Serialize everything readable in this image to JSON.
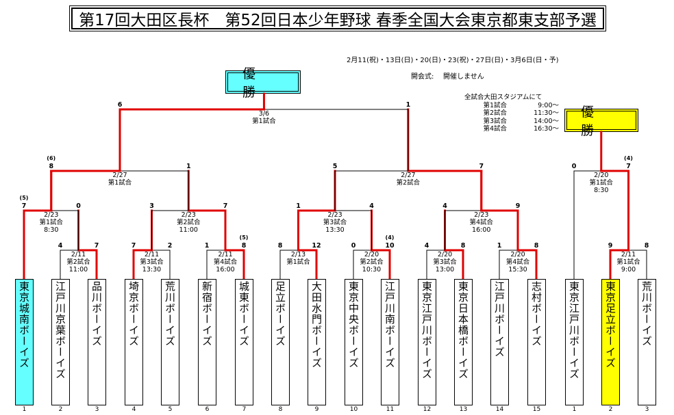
{
  "title": "第17回大田区長杯　第52回日本少年野球 春季全国大会東京都東支部予選",
  "dates": "2月11(祝)・13日(日)・20(日)・23(祝)・27日(日)・3月6日(日・予)",
  "opening_ceremony": {
    "label": "開会式:",
    "value": "開催しません"
  },
  "schedule": {
    "heading": "全試合大田スタジアムにて",
    "rows": [
      {
        "game": "第1試合",
        "time": "9:00～"
      },
      {
        "game": "第2試合",
        "time": "11:30～"
      },
      {
        "game": "第3試合",
        "time": "14:00～"
      },
      {
        "game": "第4試合",
        "time": "16:30～"
      }
    ]
  },
  "champion_label": "優　勝",
  "colors": {
    "winner_line": "#e00000",
    "champion_main": "#66ffff",
    "champion_side": "#ffff00"
  },
  "main_bracket": {
    "teams": [
      {
        "seed": "1",
        "name": "東京城南ボーイズ",
        "champion": true
      },
      {
        "seed": "2",
        "name": "江戸川京葉ボーイズ"
      },
      {
        "seed": "3",
        "name": "品川ボーイズ"
      },
      {
        "seed": "4",
        "name": "埼京ボーイズ"
      },
      {
        "seed": "5",
        "name": "荒川ボーイズ"
      },
      {
        "seed": "6",
        "name": "新宿ボーイズ"
      },
      {
        "seed": "7",
        "name": "城東ボーイズ"
      },
      {
        "seed": "8",
        "name": "足立ボーイズ"
      },
      {
        "seed": "9",
        "name": "大田水門ボーイズ"
      },
      {
        "seed": "10",
        "name": "東京中央ボーイズ"
      },
      {
        "seed": "11",
        "name": "江戸川南ボーイズ"
      },
      {
        "seed": "12",
        "name": "東京江戸川ボーイズ"
      },
      {
        "seed": "13",
        "name": "東京日本橋ボーイズ"
      },
      {
        "seed": "14",
        "name": "江戸川ボーイズ"
      },
      {
        "seed": "15",
        "name": "志村ボーイズ"
      }
    ],
    "matches": [
      {
        "id": "r1a",
        "date": "2/11",
        "game": "第2試合",
        "time": "11:00",
        "left_score": "4",
        "right_score": "7",
        "right_note": ""
      },
      {
        "id": "r1b",
        "date": "2/11",
        "game": "第3試合",
        "time": "13:30",
        "left_score": "7",
        "right_score": "2"
      },
      {
        "id": "r1c",
        "date": "2/11",
        "game": "第4試合",
        "time": "16:00",
        "left_score": "1",
        "right_score": "8",
        "right_note": "(5)"
      },
      {
        "id": "r1d",
        "date": "2/13",
        "game": "第1試合",
        "time": "",
        "left_score": "8",
        "right_score": "12"
      },
      {
        "id": "r1e",
        "date": "2/20",
        "game": "第2試合",
        "time": "10:30",
        "left_score": "0",
        "right_score": "10",
        "right_note": "(4)"
      },
      {
        "id": "r1f",
        "date": "2/20",
        "game": "第3試合",
        "time": "13:00",
        "left_score": "4",
        "right_score": "8"
      },
      {
        "id": "r1g",
        "date": "2/20",
        "game": "第4試合",
        "time": "15:30",
        "left_score": "1",
        "right_score": "8"
      },
      {
        "id": "r2a",
        "date": "2/23",
        "game": "第1試合",
        "time": "8:30",
        "left_score": "7",
        "left_note": "(5)",
        "right_score": "0"
      },
      {
        "id": "r2b",
        "date": "2/23",
        "game": "第2試合",
        "time": "11:00",
        "left_score": "3",
        "right_score": "7"
      },
      {
        "id": "r2c",
        "date": "2/23",
        "game": "第3試合",
        "time": "13:30",
        "left_score": "1",
        "right_score": "4"
      },
      {
        "id": "r2d",
        "date": "2/23",
        "game": "第4試合",
        "time": "16:00",
        "left_score": "4",
        "right_score": "9"
      },
      {
        "id": "sf1",
        "date": "2/27",
        "game": "第1試合",
        "time": "",
        "left_score": "8",
        "left_note": "(6)",
        "right_score": "1"
      },
      {
        "id": "sf2",
        "date": "2/27",
        "game": "第2試合",
        "time": "",
        "left_score": "5",
        "right_score": "7"
      },
      {
        "id": "final",
        "date": "3/6",
        "game": "第1試合",
        "time": "",
        "left_score": "6",
        "right_score": "1"
      }
    ]
  },
  "side_bracket": {
    "teams": [
      {
        "seed": "1",
        "name": "東京江戸川ボーイズ"
      },
      {
        "seed": "2",
        "name": "東京足立ボーイズ",
        "champion": true
      },
      {
        "seed": "3",
        "name": "荒川ボーイズ"
      }
    ],
    "matches": [
      {
        "id": "s1",
        "date": "2/11",
        "game": "第1試合",
        "time": "9:00",
        "left_score": "9",
        "right_score": "8"
      },
      {
        "id": "s2",
        "date": "2/20",
        "game": "第1試合",
        "time": "8:30",
        "left_score": "0",
        "right_score": "7",
        "right_note": "(4)"
      }
    ]
  }
}
